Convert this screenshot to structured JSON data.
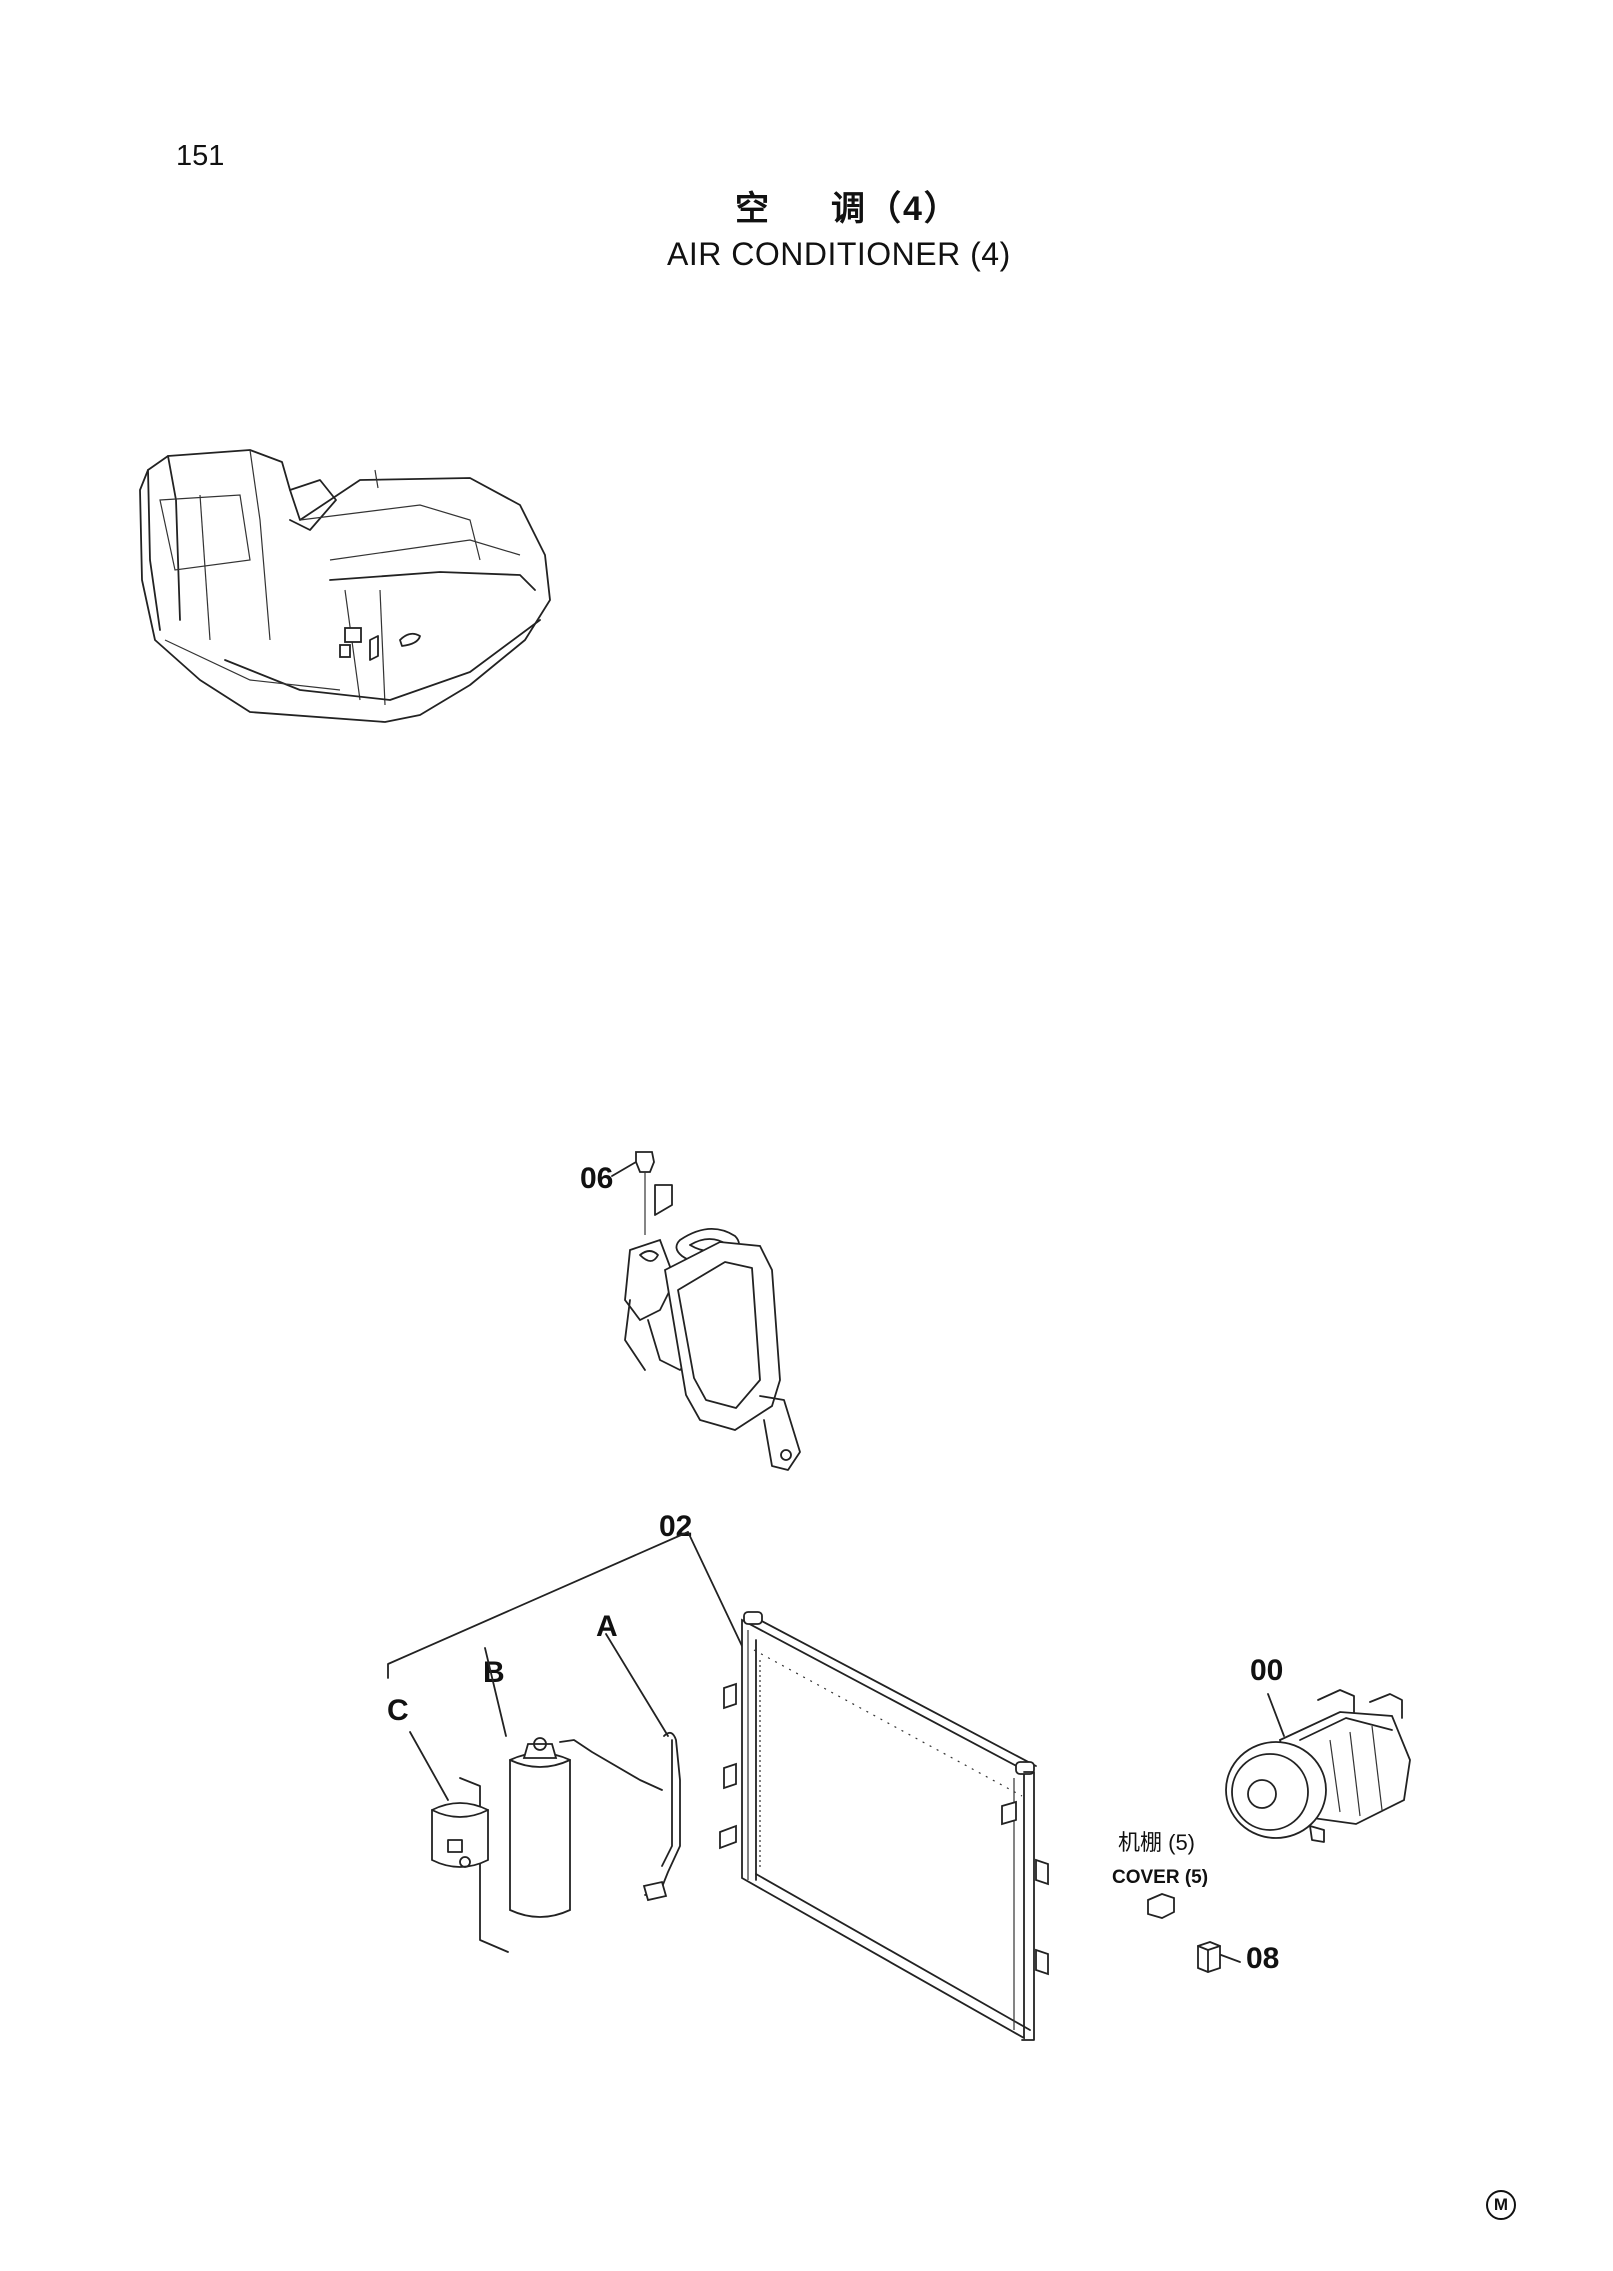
{
  "page": {
    "number": "151",
    "title_zh": [
      "空",
      "调（4）"
    ],
    "title_en": "AIR CONDITIONER (4)",
    "corner_mark": "M"
  },
  "callouts": {
    "c06": "06",
    "c02": "02",
    "cA": "A",
    "cB": "B",
    "cC": "C",
    "c00": "00",
    "c08": "08"
  },
  "cover_note": {
    "zh": "机棚 (5)",
    "en": "COVER (5)"
  }
}
